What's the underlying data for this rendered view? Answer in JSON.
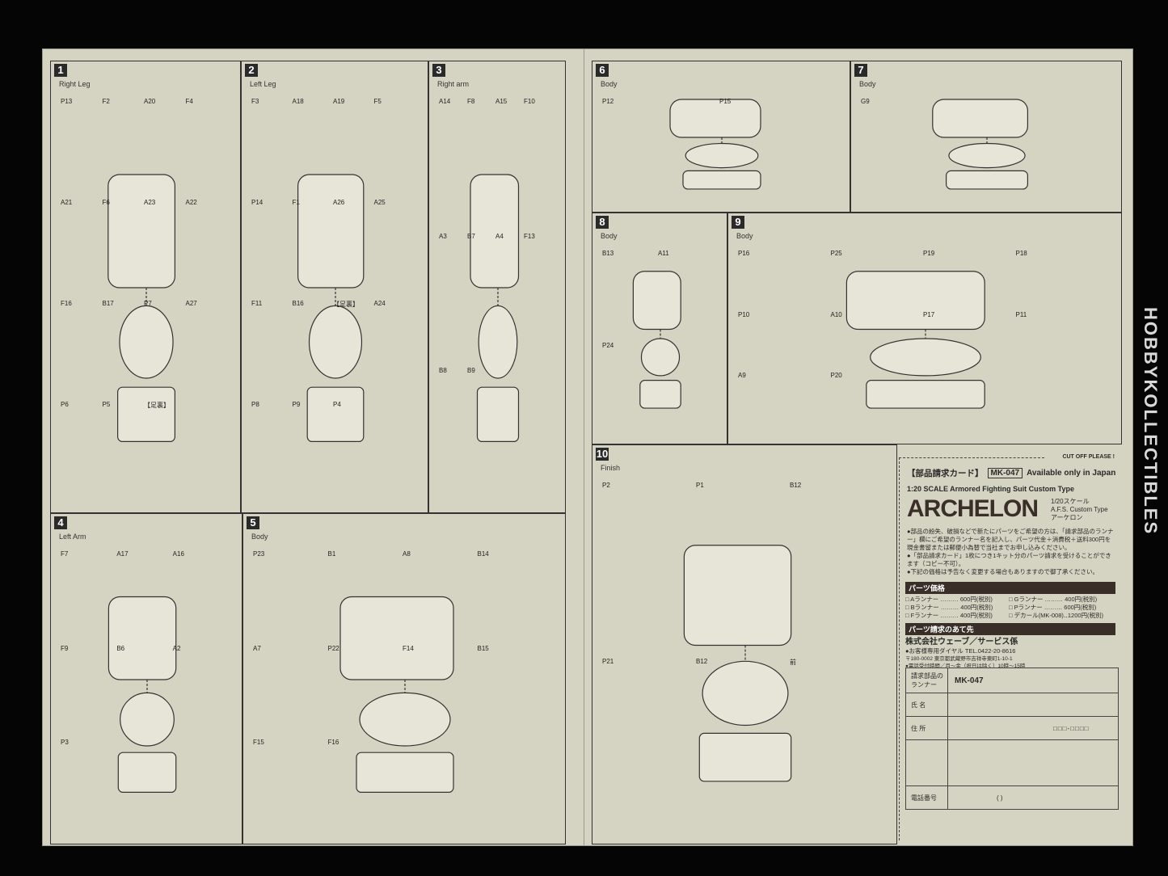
{
  "steps": [
    {
      "num": "1",
      "title": "Right Leg",
      "parts": [
        "P13",
        "F2",
        "A20",
        "F4",
        "A21",
        "F6",
        "A23",
        "A22",
        "F16",
        "B17",
        "P7",
        "A27",
        "P6",
        "P5",
        "【足裏】"
      ]
    },
    {
      "num": "2",
      "title": "Left Leg",
      "parts": [
        "F3",
        "A18",
        "A19",
        "F5",
        "P14",
        "F1",
        "A26",
        "A25",
        "F11",
        "B16",
        "【足裏】",
        "A24",
        "P8",
        "P9",
        "P4"
      ]
    },
    {
      "num": "3",
      "title": "Right arm",
      "parts": [
        "A14",
        "F8",
        "A15",
        "F10",
        "A3",
        "B7",
        "A4",
        "F13",
        "B8",
        "B9"
      ]
    },
    {
      "num": "4",
      "title": "Left Arm",
      "parts": [
        "F7",
        "A17",
        "A16",
        "F9",
        "B6",
        "A2",
        "P3"
      ]
    },
    {
      "num": "5",
      "title": "Body",
      "parts": [
        "P23",
        "B1",
        "A8",
        "B14",
        "A7",
        "P22",
        "F14",
        "B15",
        "F15",
        "F16"
      ]
    },
    {
      "num": "6",
      "title": "Body",
      "parts": [
        "P12",
        "P15"
      ]
    },
    {
      "num": "7",
      "title": "Body",
      "parts": [
        "G9"
      ]
    },
    {
      "num": "8",
      "title": "Body",
      "parts": [
        "B13",
        "A11",
        "P24"
      ]
    },
    {
      "num": "9",
      "title": "Body",
      "parts": [
        "P16",
        "P25",
        "P19",
        "P18",
        "P10",
        "A10",
        "P17",
        "P11",
        "A9",
        "P20"
      ]
    },
    {
      "num": "10",
      "title": "Finish",
      "parts": [
        "P2",
        "P1",
        "B12",
        "P21",
        "B12",
        "前"
      ]
    }
  ],
  "card": {
    "cut": "CUT OFF PLEASE !",
    "heading": "【部品請求カード】",
    "code": "MK-047",
    "avail": "Available only in Japan",
    "scale": "1:20 SCALE   Armored Fighting Suit Custom Type",
    "name": "ARCHELON",
    "sub": [
      "1/20スケール",
      "A.F.S. Custom Type",
      "アーケロン"
    ],
    "notes": [
      "●部品の紛失、破損などで新たにパーツをご希望の方は、「請求部品のランナー」欄にご希望のランナー名を記入し、パーツ代金＋消費税＋送料300円を現金書留または郵便小為替で当社までお申し込みください。",
      "●「部品請求カード」1枚につき1キット分のパーツ請求を受けることができます（コピー不可）。",
      "●下記の価格は予告なく変更する場合もありますので御了承ください。"
    ],
    "price_heading": "パーツ価格",
    "prices": [
      [
        "□ Aランナー ……… 600円(税別)",
        "□ Gランナー ……… 400円(税別)"
      ],
      [
        "□ Bランナー ……… 400円(税別)",
        "□ Pランナー ……… 600円(税別)"
      ],
      [
        "□ Fランナー ……… 400円(税別)",
        "□ デカール(MK-008)‥1200円(税別)"
      ]
    ],
    "address_heading": "パーツ請求のあて先",
    "company": "株式会社ウェーブ／サービス係",
    "address": "〒180-0002 東京都武蔵野市吉祥寺東町1-10-1",
    "tel": "●お客様専用ダイヤル TEL.0422-20-8616",
    "hours": "●電話受付時間／月〜金（祝日は除く）10時〜15時",
    "form": [
      [
        "請求部品のランナー",
        "MK-047"
      ],
      [
        "氏 名",
        ""
      ],
      [
        "住 所",
        "□□□-□□□□"
      ],
      [
        "",
        ""
      ],
      [
        "電話番号",
        "(        )"
      ]
    ]
  },
  "watermark": "HOBBYKOLLECTIBLES"
}
